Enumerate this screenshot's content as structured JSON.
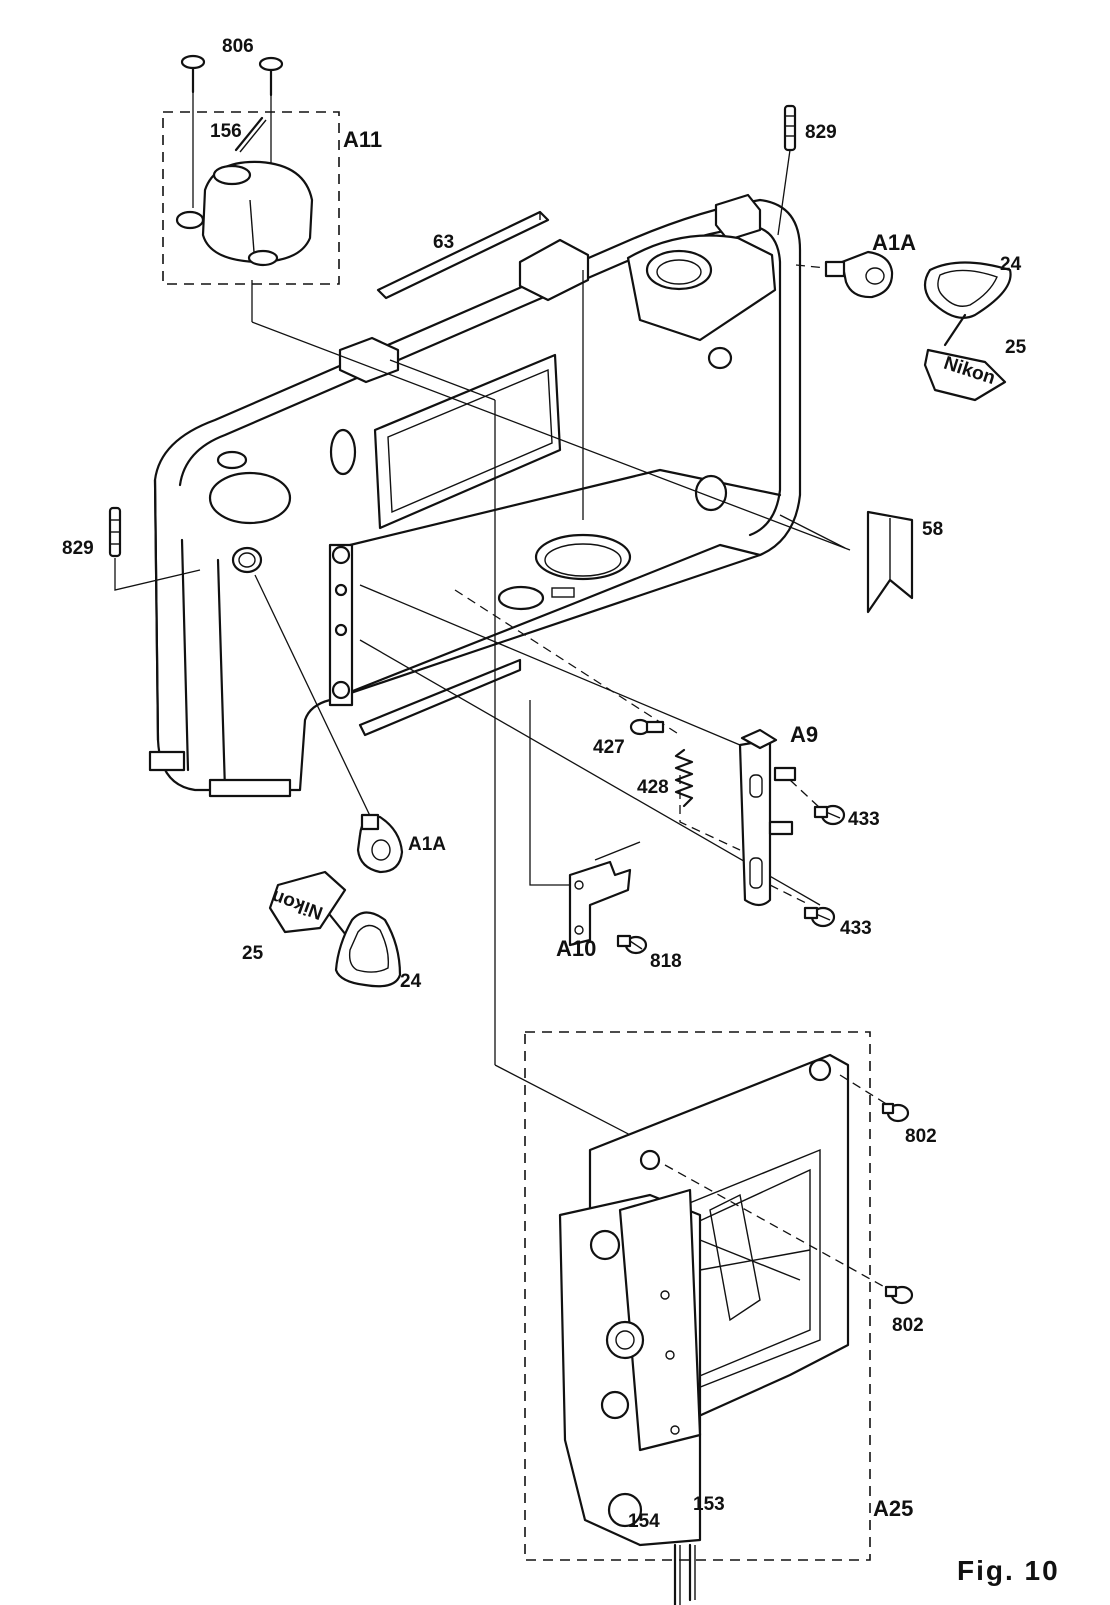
{
  "figure": {
    "caption": "Fig. 10"
  },
  "labels": {
    "l806": "806",
    "l156": "156",
    "lA11": "A11",
    "l829_top": "829",
    "l63": "63",
    "lA1A_top": "A1A",
    "l24_top": "24",
    "l25_top": "25",
    "l829_left": "829",
    "l58": "58",
    "l427": "427",
    "lA9": "A9",
    "l428": "428",
    "l433_a": "433",
    "l433_b": "433",
    "lA1A_bottom": "A1A",
    "l25_bottom": "25",
    "l24_bottom": "24",
    "lA10": "A10",
    "l818": "818",
    "l802_a": "802",
    "l802_b": "802",
    "l154": "154",
    "l153": "153",
    "lA25": "A25"
  },
  "strap_text": "Nikon"
}
